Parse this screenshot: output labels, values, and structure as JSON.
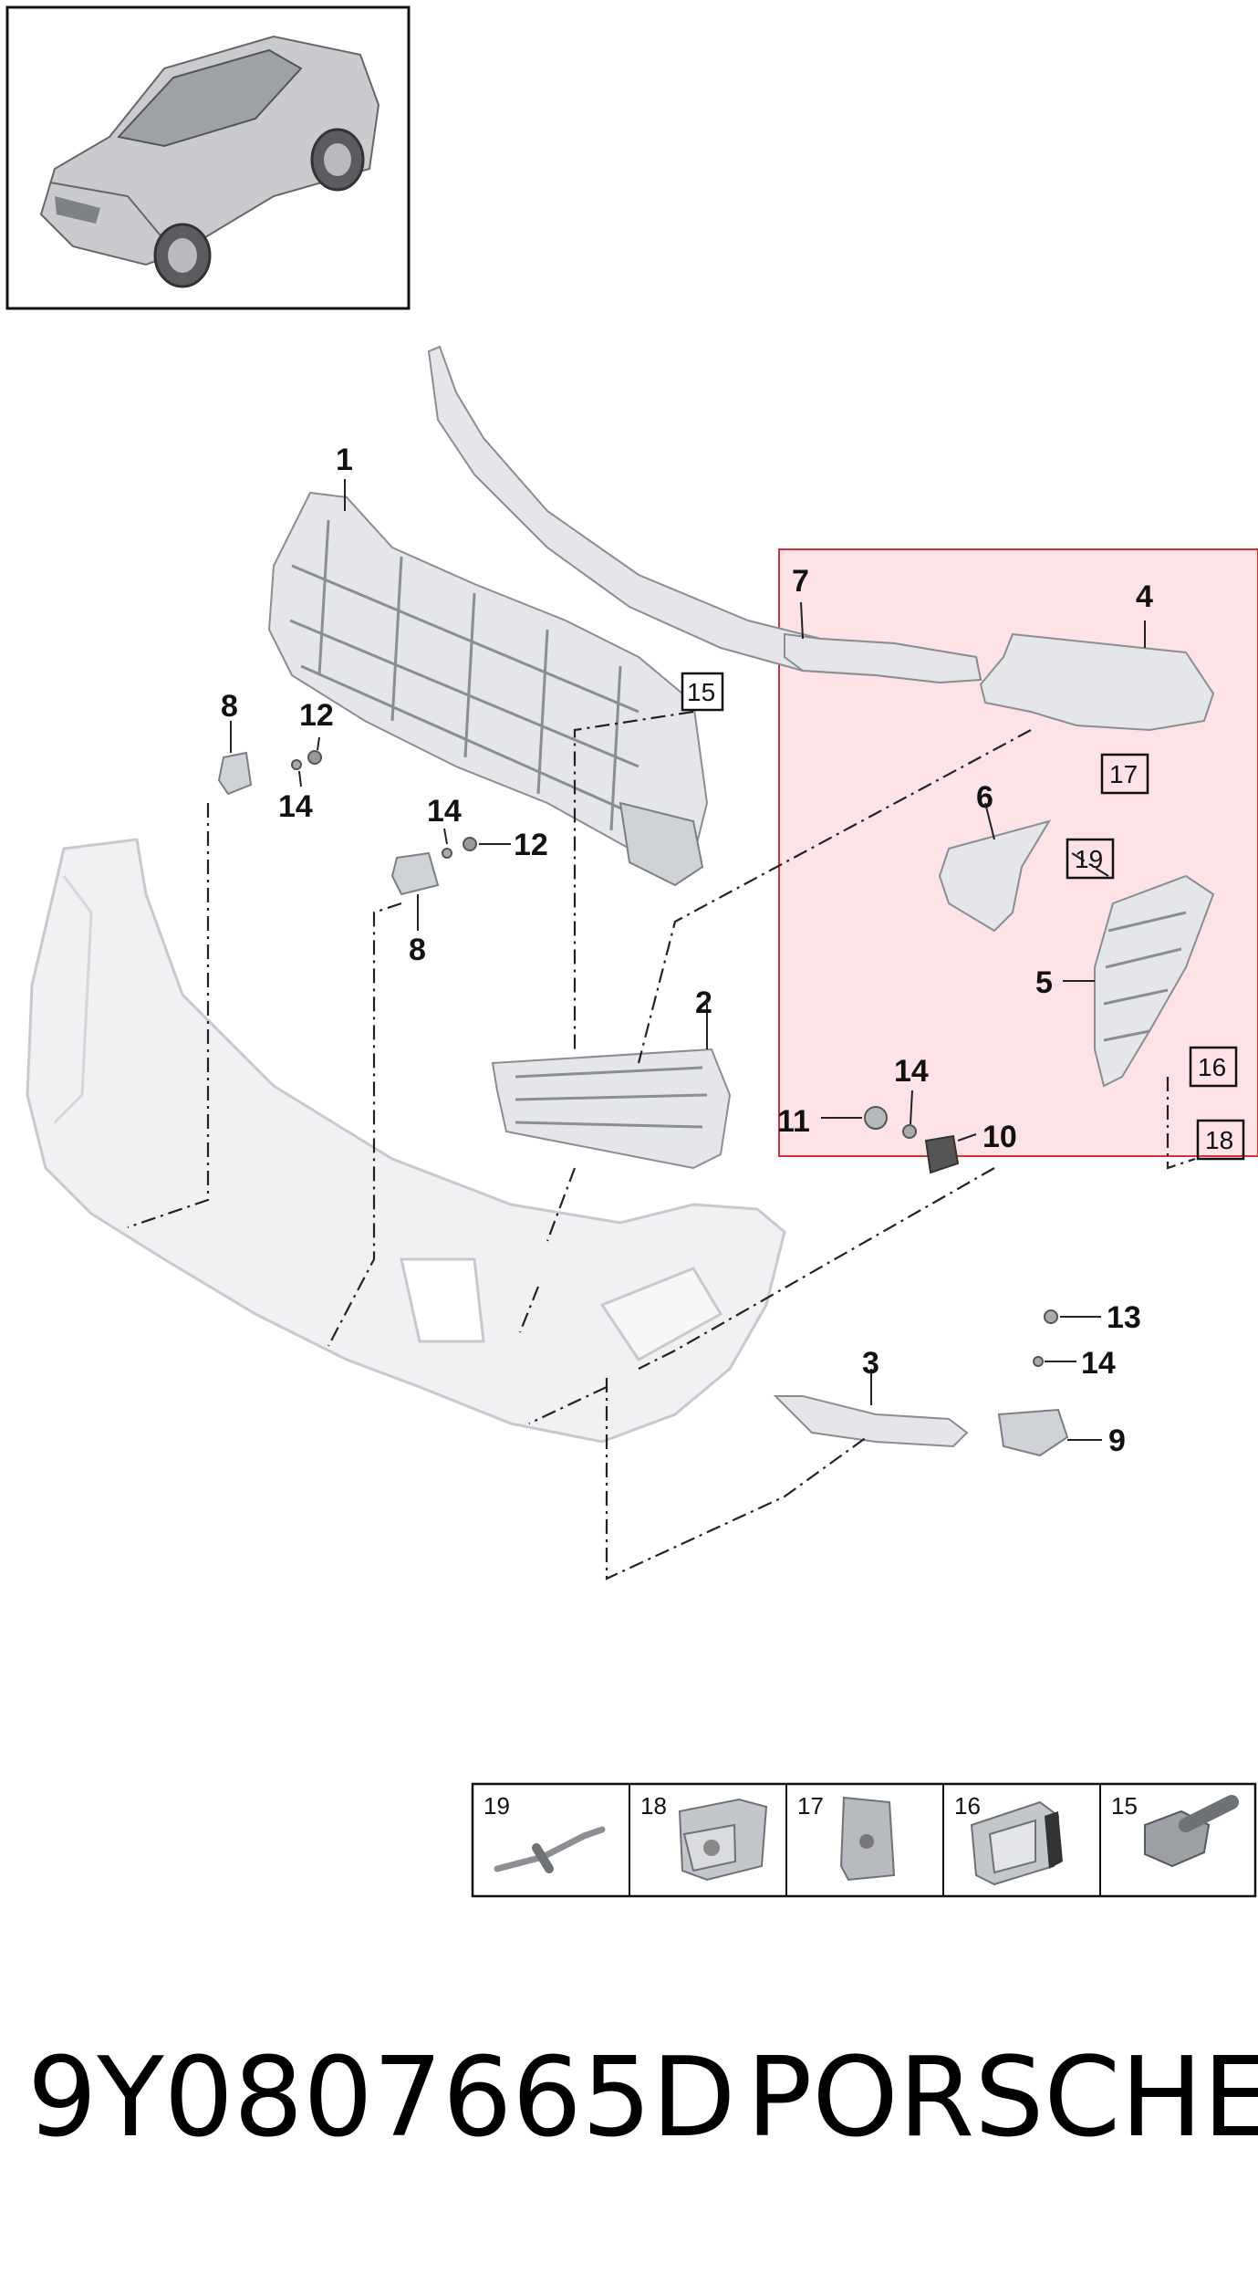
{
  "callouts": {
    "c1": "1",
    "c2": "2",
    "c3": "3",
    "c4": "4",
    "c5": "5",
    "c6": "6",
    "c7": "7",
    "c8a": "8",
    "c8b": "8",
    "c9": "9",
    "c10": "10",
    "c11": "11",
    "c12a": "12",
    "c12b": "12",
    "c13": "13",
    "c14a": "14",
    "c14b": "14",
    "c14c": "14",
    "c14d": "14"
  },
  "boxed_refs": {
    "b15": "15",
    "b16": "16",
    "b17": "17",
    "b18": "18",
    "b19": "19"
  },
  "fastener_table": {
    "cells": [
      "19",
      "18",
      "17",
      "16",
      "15"
    ]
  },
  "footer": {
    "part_number": "9Y0807665D",
    "brand": "PORSCHE"
  },
  "colors": {
    "highlight_fill": "#fde3e6",
    "highlight_border": "#d2323c"
  }
}
